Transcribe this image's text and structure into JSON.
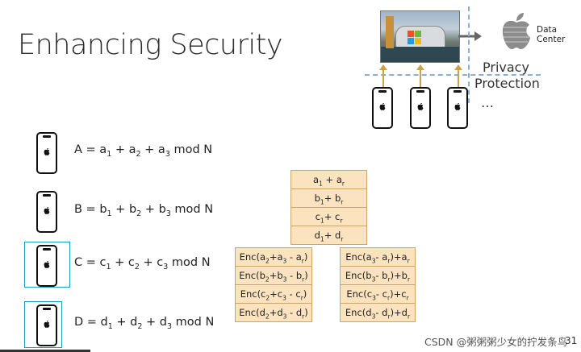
{
  "slide": {
    "title": "Enhancing Security",
    "page_number": "31",
    "watermark": "CSDN @粥粥粥少女的拧发条鸟"
  },
  "diagram": {
    "data_center": {
      "label_line1": "Data",
      "label_line2": "Center"
    },
    "privacy_label_line1": "Privacy",
    "privacy_label_line2": "Protection",
    "ellipsis": "…"
  },
  "equations": [
    {
      "lhs": "A",
      "v": "a",
      "mod": "mod N"
    },
    {
      "lhs": "B",
      "v": "b",
      "mod": "mod N"
    },
    {
      "lhs": "C",
      "v": "c",
      "mod": "mod N"
    },
    {
      "lhs": "D",
      "v": "d",
      "mod": "mod N"
    }
  ],
  "center_table": [
    "a1 + ar",
    "b1+ br",
    "c1+ cr",
    "d1+ dr"
  ],
  "left_table": [
    "Enc(a2+a3 - ar)",
    "Enc(b2+b3 - br)",
    "Enc(c2+c3 - cr)",
    "Enc(d2+d3 - dr)"
  ],
  "right_table": [
    "Enc(a3- ar)+ar",
    "Enc(b3- br)+br",
    "Enc(c3- cr)+cr",
    "Enc(d3- dr)+dr"
  ]
}
